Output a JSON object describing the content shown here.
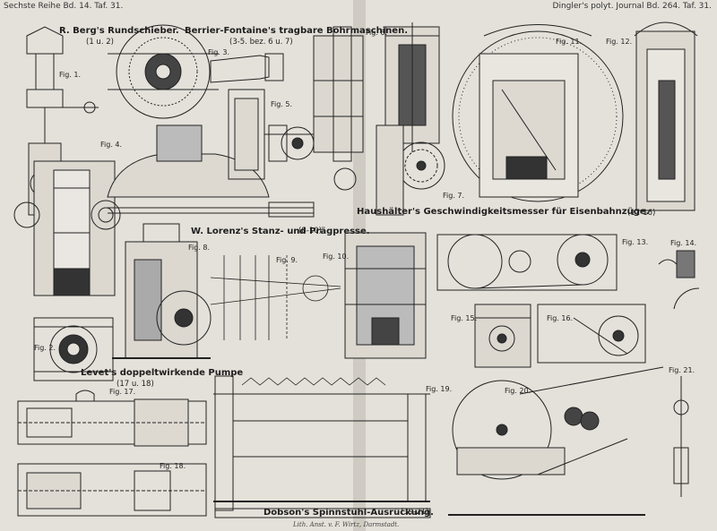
{
  "header": {
    "left": "Sechste Reihe Bd. 14. Taf. 31.",
    "right": "Dingler's polyt. Journal Bd. 264. Taf. 31."
  },
  "captions": {
    "berg": "R. Berg's Rundschieber.",
    "berg_sub": "(1 u. 2)",
    "berrier": "Berrier-Fontaine's tragbare Bohrmaschinen.",
    "berrier_sub": "(3-5. bez. 6 u. 7)",
    "haushalter": "Haushälter's Geschwindigkeitsmesser für Eisenbahnzüge.",
    "haushalter_sub": "(11-16)",
    "lorenz": "W. Lorenz's Stanz- und Prägpresse.",
    "lorenz_sub": "(8-10)",
    "levet": "Levet's doppeltwirkende Pumpe",
    "levet_sub": "(17 u. 18)",
    "dobson": "Dobson's Spinnstuhl-Ausrückung.",
    "dobson_sub": "(19-21)",
    "imprint": "Lith. Anst. v. F. Wirtz, Darmstadt."
  },
  "figures": [
    {
      "id": "f1",
      "label": "Fig. 1."
    },
    {
      "id": "f2",
      "label": "Fig. 2."
    },
    {
      "id": "f3",
      "label": "Fig. 3."
    },
    {
      "id": "f4",
      "label": "Fig. 4."
    },
    {
      "id": "f5",
      "label": "Fig. 5."
    },
    {
      "id": "f6",
      "label": "Fig. 6."
    },
    {
      "id": "f7",
      "label": "Fig. 7."
    },
    {
      "id": "f8",
      "label": "Fig. 8."
    },
    {
      "id": "f9",
      "label": "Fig. 9."
    },
    {
      "id": "f10",
      "label": "Fig. 10."
    },
    {
      "id": "f11",
      "label": "Fig. 11."
    },
    {
      "id": "f12",
      "label": "Fig. 12."
    },
    {
      "id": "f13",
      "label": "Fig. 13."
    },
    {
      "id": "f14",
      "label": "Fig. 14."
    },
    {
      "id": "f15",
      "label": "Fig. 15."
    },
    {
      "id": "f16",
      "label": "Fig. 16."
    },
    {
      "id": "f17",
      "label": "Fig. 17."
    },
    {
      "id": "f18",
      "label": "Fig. 18."
    },
    {
      "id": "f19",
      "label": "Fig. 19."
    },
    {
      "id": "f20",
      "label": "Fig. 20."
    },
    {
      "id": "f21",
      "label": "Fig. 21."
    }
  ],
  "colors": {
    "paper": "#e4e1da",
    "ink": "#1e1e1e",
    "fold": "#c9c5bc"
  }
}
